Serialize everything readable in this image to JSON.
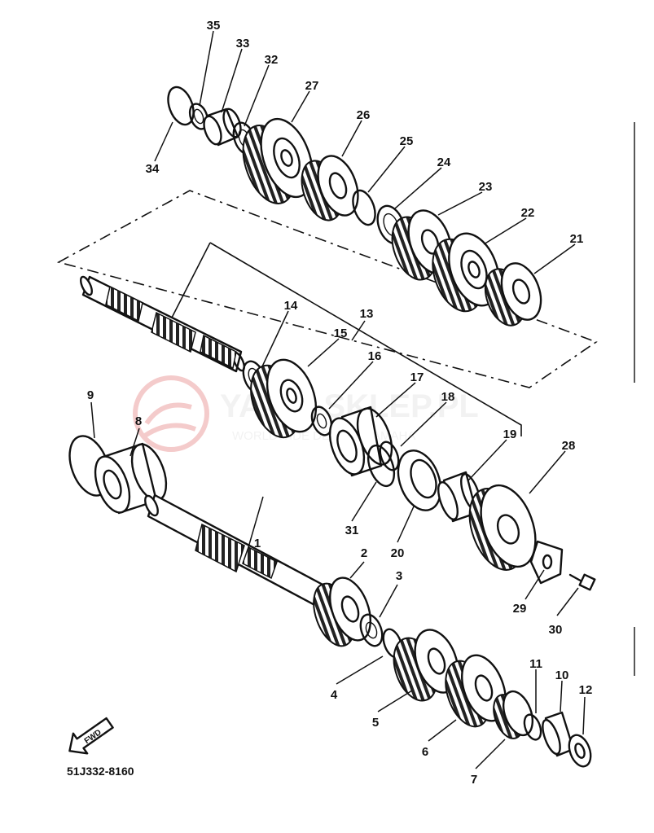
{
  "diagram": {
    "part_code": "51J332-8160",
    "fwd_label": "FWD",
    "watermark": {
      "name": "YAMA-SKLEP.PL",
      "tagline": "WORLDWIDE DEALER YAMAHA"
    },
    "callouts": [
      "1",
      "2",
      "3",
      "4",
      "5",
      "6",
      "7",
      "8",
      "9",
      "10",
      "11",
      "12",
      "13",
      "14",
      "15",
      "16",
      "17",
      "18",
      "19",
      "20",
      "21",
      "22",
      "23",
      "24",
      "25",
      "26",
      "27",
      "28",
      "29",
      "30",
      "31",
      "32",
      "33",
      "34",
      "35"
    ]
  }
}
